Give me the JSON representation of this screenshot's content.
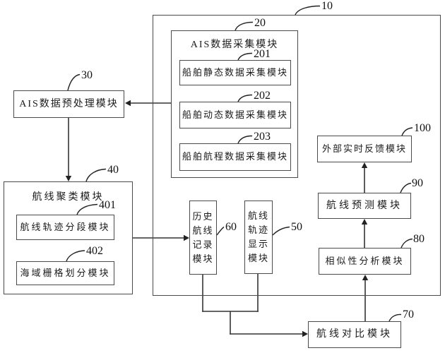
{
  "figure": {
    "background": "#ffffff",
    "line_color": "#333333",
    "border_color": "#4a4a4a",
    "text_color": "#1b1b1b"
  },
  "modules": {
    "outer_system": {
      "ref": "10"
    },
    "ais_collection": {
      "ref": "20",
      "title": "AIS数据采集模块"
    },
    "ship_static": {
      "ref": "201",
      "name": "船舶静态数据采集模块"
    },
    "ship_dynamic": {
      "ref": "202",
      "name": "船舶动态数据采集模块"
    },
    "ship_voyage": {
      "ref": "203",
      "name": "船舶航程数据采集模块"
    },
    "preprocessing": {
      "ref": "30",
      "name": "AIS数据预处理模块"
    },
    "clustering": {
      "ref": "40",
      "title": "航线聚类模块"
    },
    "trajectory_segmentation": {
      "ref": "401",
      "name": "航线轨迹分段模块"
    },
    "sea_grid_division": {
      "ref": "402",
      "name": "海域栅格划分模块"
    },
    "history_record": {
      "ref": "60",
      "lines": [
        "历史",
        "航线",
        "记录",
        "模块"
      ]
    },
    "trajectory_display": {
      "ref": "50",
      "lines": [
        "航线",
        "轨迹",
        "显示",
        "模块"
      ]
    },
    "external_feedback": {
      "ref": "100",
      "name": "外部实时反馈模块"
    },
    "route_prediction": {
      "ref": "90",
      "name": "航线预测模块"
    },
    "similarity_analysis": {
      "ref": "80",
      "name": "相似性分析模块"
    },
    "route_comparison": {
      "ref": "70",
      "name": "航线对比模块"
    }
  }
}
